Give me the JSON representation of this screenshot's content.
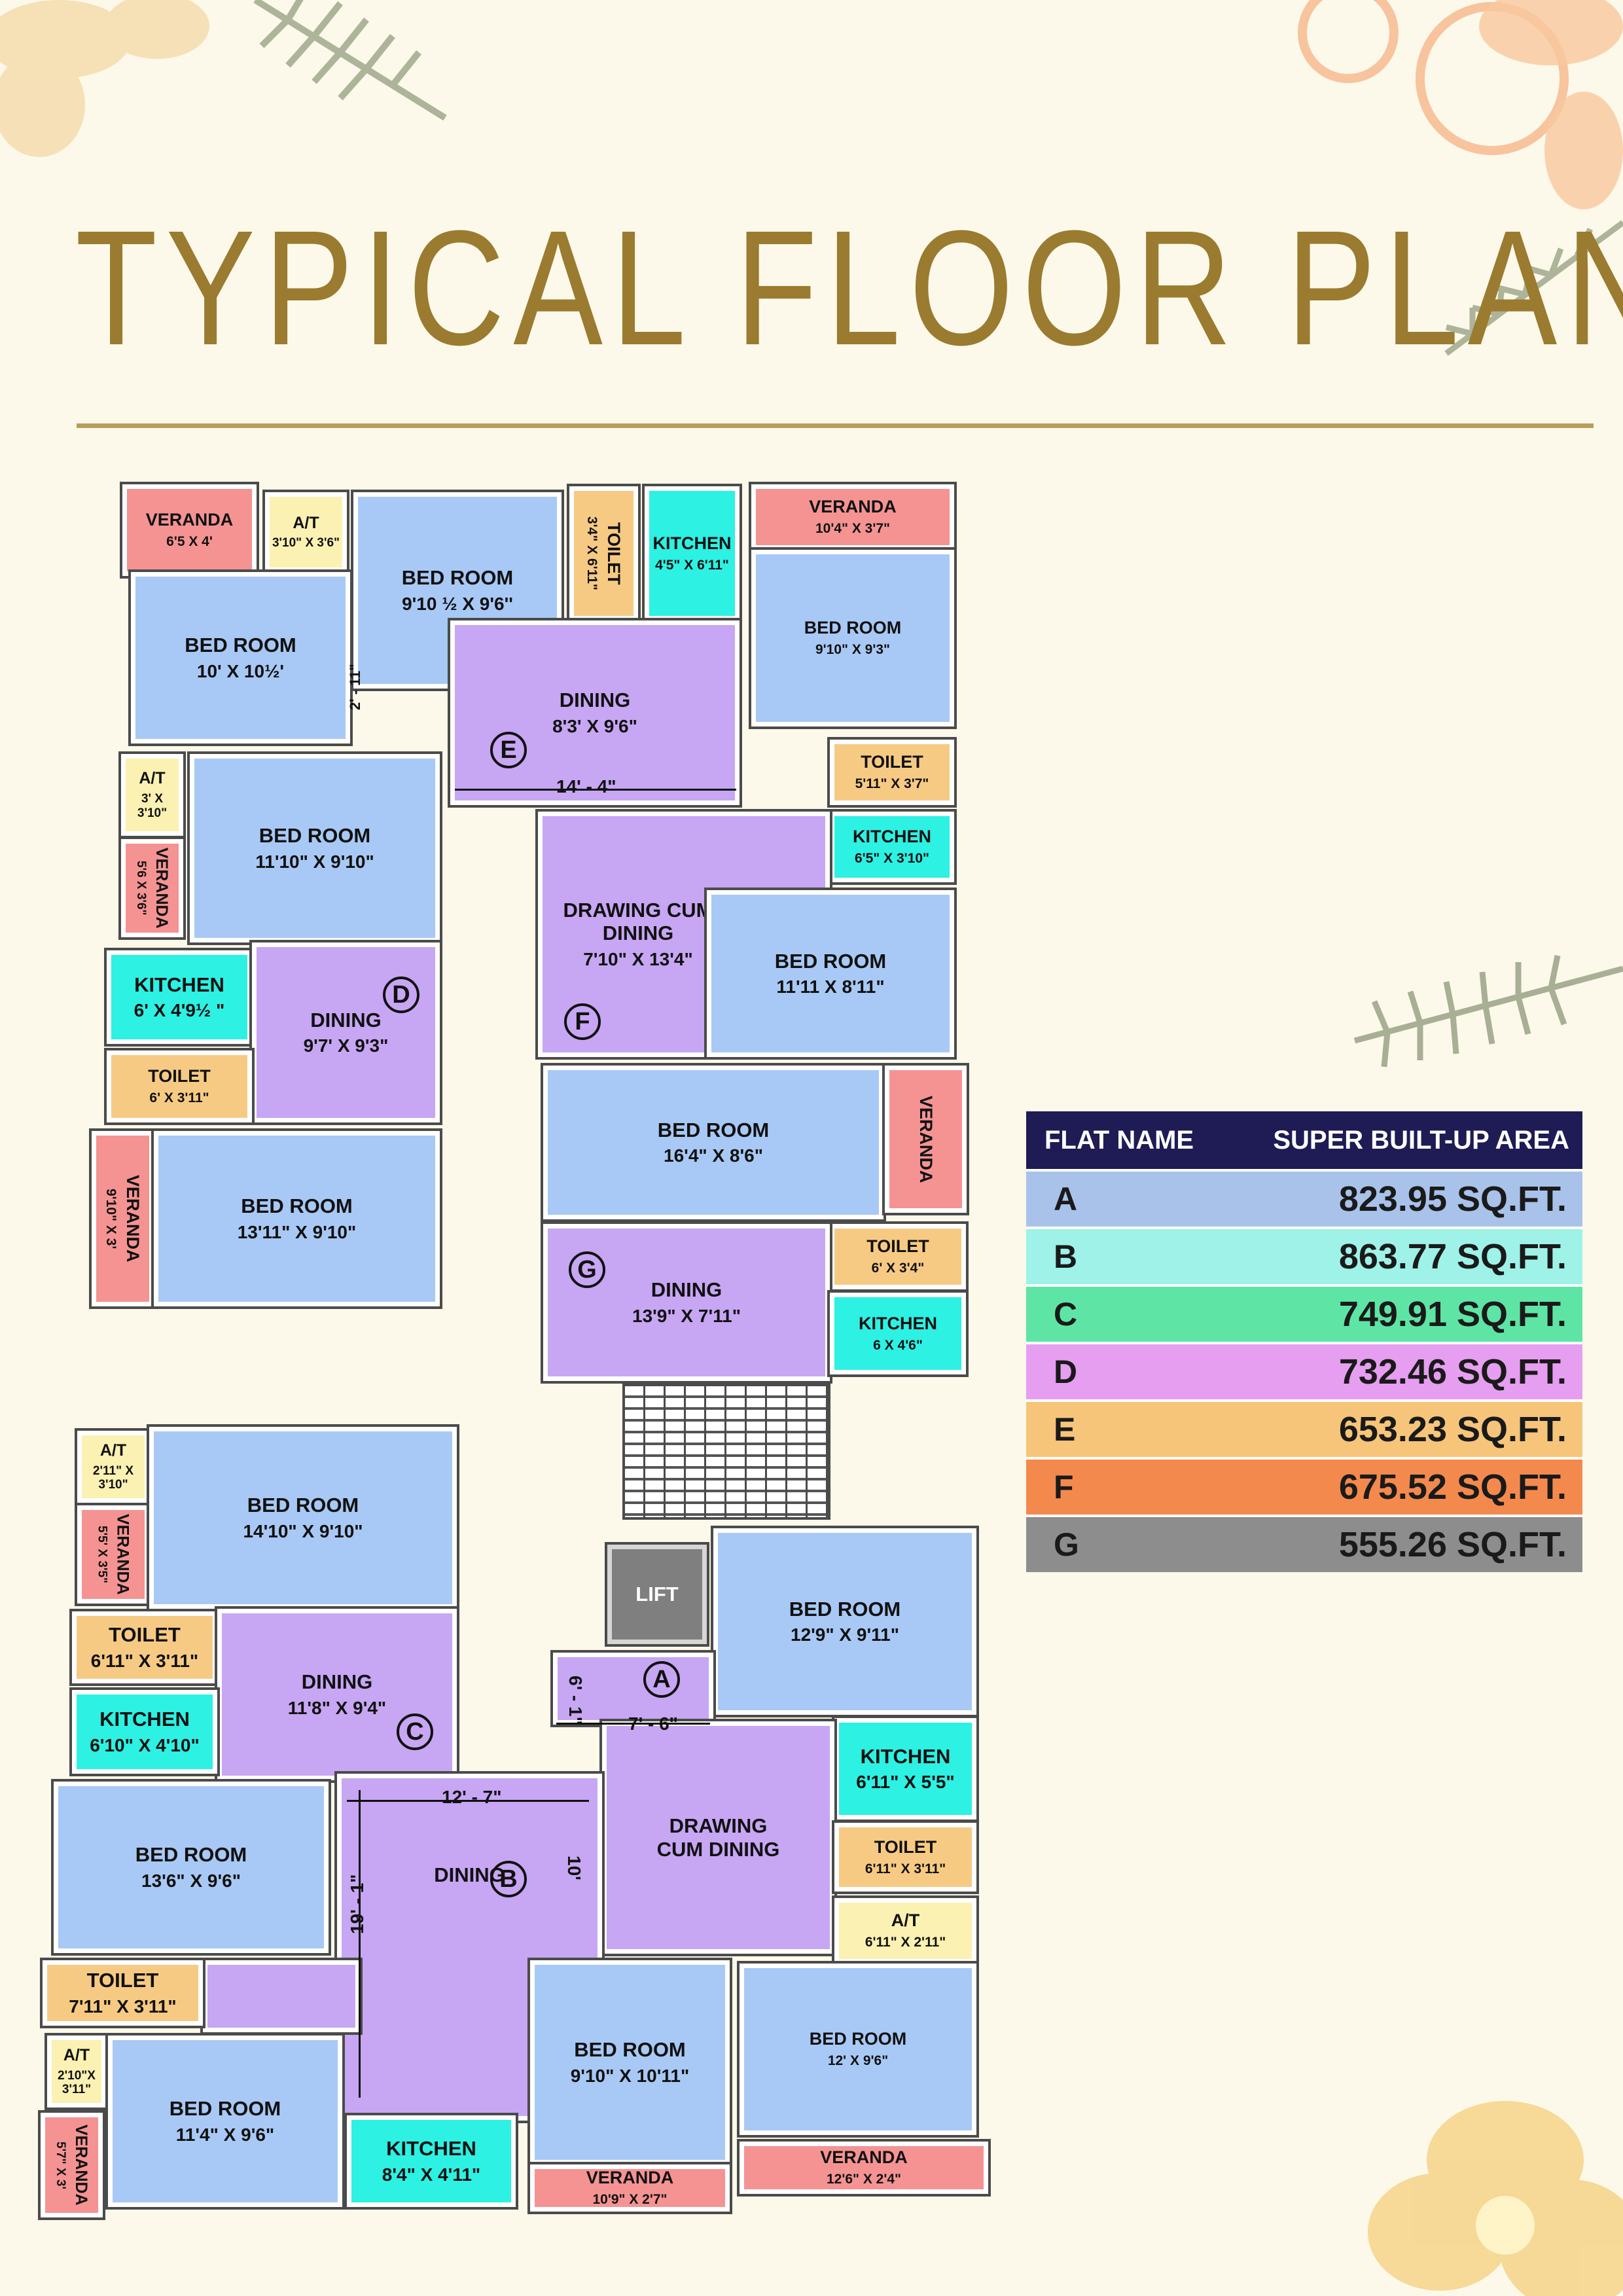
{
  "title": "TYPICAL FLOOR PLAN",
  "flat_labels": {
    "A": "A",
    "B": "B",
    "C": "C",
    "D": "D",
    "E": "E",
    "F": "F",
    "G": "G"
  },
  "rooms": {
    "e_veranda": {
      "name": "VERANDA",
      "dim": "6'5 X 4'"
    },
    "e_at": {
      "name": "A/T",
      "dim": "3'10\" X 3'6\""
    },
    "e_bed1": {
      "name": "BED ROOM",
      "dim": "9'10 ½ X 9'6''"
    },
    "e_bed2": {
      "name": "BED ROOM",
      "dim": "10' X 10½'"
    },
    "e_toilet": {
      "name": "TOILET",
      "dim": "3'4\" X 6'11\""
    },
    "e_kitchen": {
      "name": "KITCHEN",
      "dim": "4'5\" X 6'11\""
    },
    "e_dining": {
      "name": "DINING",
      "dim": "8'3' X 9'6\""
    },
    "f_veranda_top": {
      "name": "VERANDA",
      "dim": "10'4\" X 3'7\""
    },
    "f_bed_top": {
      "name": "BED ROOM",
      "dim": "9'10\" X 9'3\""
    },
    "f_toilet": {
      "name": "TOILET",
      "dim": "5'11\" X 3'7\""
    },
    "f_kitchen": {
      "name": "KITCHEN",
      "dim": "6'5\" X 3'10\""
    },
    "f_drawing": {
      "name": "DRAWING CUM DINING",
      "dim": "7'10\" X 13'4\""
    },
    "f_bed": {
      "name": "BED ROOM",
      "dim": "11'11 X 8'11\""
    },
    "d_at": {
      "name": "A/T",
      "dim": "3' X 3'10\""
    },
    "d_veranda": {
      "name": "VERANDA",
      "dim": "5'6 X 3'6\""
    },
    "d_bed1": {
      "name": "BED ROOM",
      "dim": "11'10\" X 9'10\""
    },
    "d_kitchen": {
      "name": "KITCHEN",
      "dim": "6' X 4'9½ \""
    },
    "d_dining": {
      "name": "DINING",
      "dim": "9'7' X 9'3\""
    },
    "d_toilet": {
      "name": "TOILET",
      "dim": "6' X 3'11\""
    },
    "d_veranda2": {
      "name": "VERANDA",
      "dim": "9'10\" X 3'"
    },
    "d_bed2": {
      "name": "BED ROOM",
      "dim": "13'11\" X 9'10\""
    },
    "g_bed": {
      "name": "BED ROOM",
      "dim": "16'4\" X 8'6\""
    },
    "g_veranda": {
      "name": "VERANDA",
      "dim": ""
    },
    "g_toilet": {
      "name": "TOILET",
      "dim": "6' X 3'4\""
    },
    "g_dining": {
      "name": "DINING",
      "dim": "13'9\" X 7'11\""
    },
    "g_kitchen": {
      "name": "KITCHEN",
      "dim": "6 X 4'6\""
    },
    "c_at": {
      "name": "A/T",
      "dim": "2'11\" X 3'10\""
    },
    "c_veranda": {
      "name": "VERANDA",
      "dim": "5'5' X 3'5\""
    },
    "c_bed1": {
      "name": "BED ROOM",
      "dim": "14'10\" X 9'10\""
    },
    "c_toilet": {
      "name": "TOILET",
      "dim": "6'11\" X 3'11\""
    },
    "c_dining": {
      "name": "DINING",
      "dim": "11'8\" X 9'4\""
    },
    "c_kitchen": {
      "name": "KITCHEN",
      "dim": "6'10\" X 4'10\""
    },
    "c_bed2": {
      "name": "BED ROOM",
      "dim": "13'6\" X 9'6\""
    },
    "lift": {
      "name": "LIFT",
      "dim": ""
    },
    "a_bed1": {
      "name": "BED ROOM",
      "dim": "12'9\" X 9'11\""
    },
    "a_kitchen": {
      "name": "KITCHEN",
      "dim": "6'11\" X 5'5\""
    },
    "a_drawing": {
      "name": "DRAWING CUM DINING",
      "dim": ""
    },
    "a_toilet": {
      "name": "TOILET",
      "dim": "6'11\" X 3'11\""
    },
    "a_at": {
      "name": "A/T",
      "dim": "6'11\" X 2'11\""
    },
    "a_bed2": {
      "name": "BED ROOM",
      "dim": "12' X 9'6\""
    },
    "a_veranda": {
      "name": "VERANDA",
      "dim": "12'6\" X 2'4\""
    },
    "b_dining": {
      "name": "DINING",
      "dim": ""
    },
    "b_toilet": {
      "name": "TOILET",
      "dim": "7'11\" X 3'11\""
    },
    "b_at": {
      "name": "A/T",
      "dim": "2'10\"X 3'11\""
    },
    "b_veranda": {
      "name": "VERANDA",
      "dim": "5'7\" X 3'"
    },
    "b_bed1": {
      "name": "BED ROOM",
      "dim": "11'4\" X 9'6\""
    },
    "b_kitchen": {
      "name": "KITCHEN",
      "dim": "8'4\" X 4'11\""
    },
    "b_bed2": {
      "name": "BED ROOM",
      "dim": "9'10\" X 10'11\""
    },
    "b_veranda2": {
      "name": "VERANDA",
      "dim": "10'9\" X 2'7\""
    }
  },
  "dimensions": {
    "e_width": "14' - 4\"",
    "e_gap": "2' - 11\"",
    "b_width": "12' - 7\"",
    "b_height": "19' - 1\"",
    "b_side": "10'",
    "a_width": "7' - 6\"",
    "a_height": "6' - 1\""
  },
  "area_table": {
    "header_name": "FLAT NAME",
    "header_area": "SUPER BUILT-UP AREA",
    "rows": [
      {
        "flat": "A",
        "area": "823.95 SQ.FT.",
        "color": "#a8c2ea"
      },
      {
        "flat": "B",
        "area": "863.77 SQ.FT.",
        "color": "#9ff2e7"
      },
      {
        "flat": "C",
        "area": "749.91 SQ.FT.",
        "color": "#5ee5a5"
      },
      {
        "flat": "D",
        "area": "732.46 SQ.FT.",
        "color": "#e69ef0"
      },
      {
        "flat": "E",
        "area": "653.23 SQ.FT.",
        "color": "#f6c57a"
      },
      {
        "flat": "F",
        "area": "675.52 SQ.FT.",
        "color": "#f4894e"
      },
      {
        "flat": "G",
        "area": "555.26 SQ.FT.",
        "color": "#8d8d8d"
      }
    ]
  }
}
